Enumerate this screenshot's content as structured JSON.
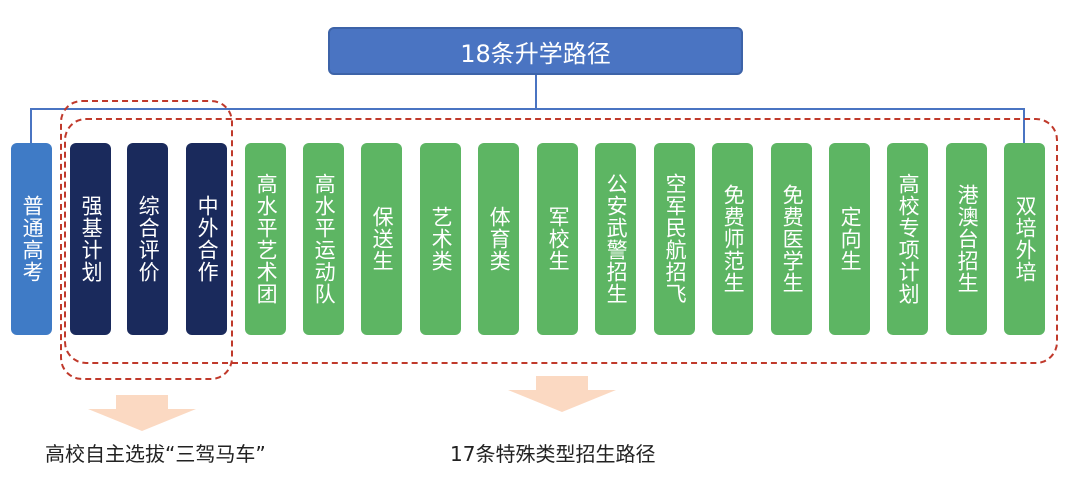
{
  "title": "18条升学路径",
  "boxes": [
    {
      "label": "普通高考",
      "color": "blue"
    },
    {
      "label": "强基计划",
      "color": "navy"
    },
    {
      "label": "综合评价",
      "color": "navy"
    },
    {
      "label": "中外合作",
      "color": "navy"
    },
    {
      "label": "高水平艺术团",
      "color": "green"
    },
    {
      "label": "高水平运动队",
      "color": "green"
    },
    {
      "label": "保送生",
      "color": "green"
    },
    {
      "label": "艺术类",
      "color": "green"
    },
    {
      "label": "体育类",
      "color": "green"
    },
    {
      "label": "军校生",
      "color": "green"
    },
    {
      "label": "公安武警招生",
      "color": "green"
    },
    {
      "label": "空军民航招飞",
      "color": "green"
    },
    {
      "label": "免费师范生",
      "color": "green"
    },
    {
      "label": "免费医学生",
      "color": "green"
    },
    {
      "label": "定向生",
      "color": "green"
    },
    {
      "label": "高校专项计划",
      "color": "green"
    },
    {
      "label": "港澳台招生",
      "color": "green"
    },
    {
      "label": "双培外培",
      "color": "green"
    }
  ],
  "captions": {
    "left": "高校自主选拔“三驾马车”",
    "right": "17条特殊类型招生路径"
  },
  "colors": {
    "title_box": "#4a74c2",
    "blue": "#3f7bc6",
    "navy": "#1a2a5c",
    "green": "#5db563",
    "dashed": "#c0392b",
    "arrow": "#fbd9c2"
  }
}
